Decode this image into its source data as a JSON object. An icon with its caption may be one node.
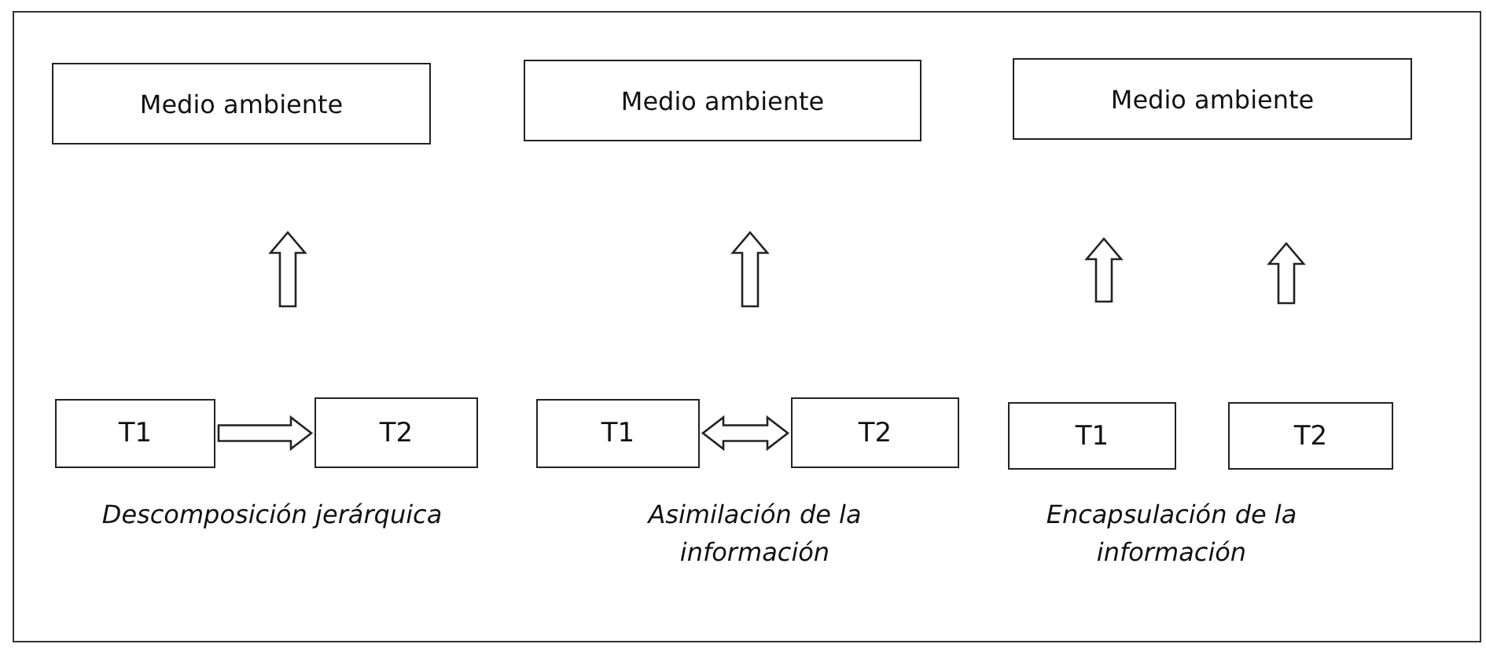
{
  "diagram": {
    "nodes": [
      {
        "text": [
          "Medio ambiente"
        ]
      },
      {
        "text": [
          "Medio ambiente"
        ]
      },
      {
        "text": [
          "Medio ambiente"
        ]
      },
      {
        "text": [
          "T1"
        ]
      },
      {
        "text": [
          "T2"
        ]
      },
      {
        "text": [
          "T1"
        ]
      },
      {
        "text": [
          "T2"
        ]
      },
      {
        "text": [
          "T1"
        ]
      },
      {
        "text": [
          "T2"
        ]
      }
    ],
    "edges": [
      {
        "from": 3,
        "to": 4,
        "arrow": "to"
      },
      {
        "from": 5,
        "to": 6,
        "arrow": "both"
      }
    ],
    "labels": [
      "Descomposición jerárquica",
      "Asimilación de la información",
      "Encapsulación de la información"
    ]
  }
}
